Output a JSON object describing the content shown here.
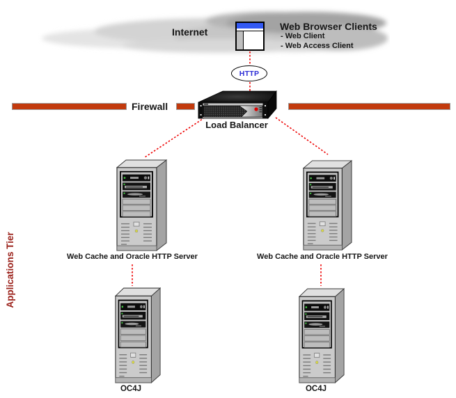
{
  "internet": {
    "label": "Internet"
  },
  "clients": {
    "title": "Web Browser Clients",
    "item1": "- Web Client",
    "item2": "- Web Access Client"
  },
  "protocol": {
    "label": "HTTP"
  },
  "firewall": {
    "label": "Firewall"
  },
  "load_balancer": {
    "label": "Load Balancer"
  },
  "tier": {
    "label": "Applications Tier"
  },
  "web_servers": {
    "left_label": "Web Cache and Oracle HTTP Server",
    "right_label": "Web Cache and Oracle HTTP Server"
  },
  "app_servers": {
    "left_label": "OC4J",
    "right_label": "OC4J"
  },
  "colors": {
    "firewall_bar": "#C23A0D",
    "connector_red": "#EE0000",
    "tier_text": "#9B221B",
    "http_text": "#2B2BD5",
    "browser_titlebar": "#3359F3"
  }
}
